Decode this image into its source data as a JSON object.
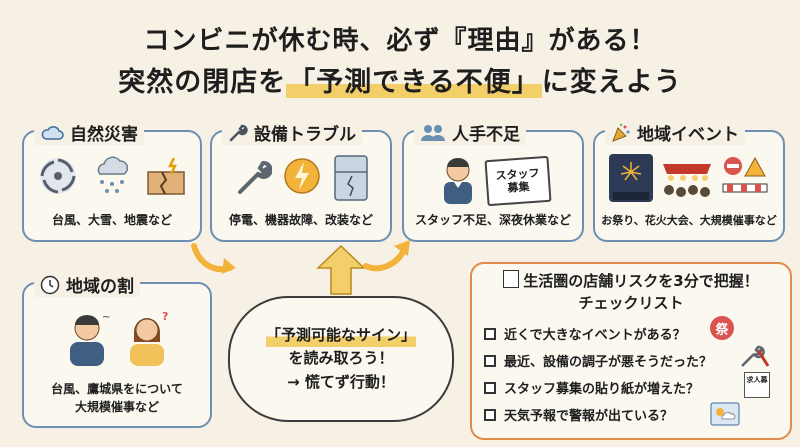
{
  "title": {
    "line1": "コンビニが休む時、必ず『理由』がある！",
    "line2_prefix": "突然の閉店を",
    "line2_highlight": "「予測できる不便」",
    "line2_suffix": "に変えよう"
  },
  "cards": {
    "disaster": {
      "label": "自然災害",
      "caption": "台風、大雪、地震など",
      "icon": "cloud-icon"
    },
    "equipment": {
      "label": "設備トラブル",
      "caption": "停電、機器故障、改装など",
      "icon": "wrench-icon"
    },
    "staff": {
      "label": "人手不足",
      "caption": "スタッフ不足、深夜休業など",
      "icon": "people-icon",
      "sign_line1": "スタッフ",
      "sign_line2": "募集"
    },
    "event": {
      "label": "地域イベント",
      "caption": "お祭り、花火大会、大規模催事など",
      "icon": "party-popper-icon"
    },
    "region": {
      "label": "地域の割",
      "caption_line1": "台風、鷹城県をについて",
      "caption_line2": "大規模催事など",
      "icon": "clock-icon"
    }
  },
  "cloud": {
    "line1": "「予測可能なサイン」",
    "line2": "を読み取ろう！",
    "line3": "→ 慌てず行動！"
  },
  "checklist": {
    "title": "生活圏の店舗リスクを3分で把握！",
    "subtitle": "チェックリスト",
    "items": [
      "近くで大きなイベントがある？",
      "最近、設備の調子が悪そうだった？",
      "スタッフ募集の貼り紙が増えた？",
      "天気予報で警報が出ている？"
    ],
    "festival_sign": "祭",
    "recruit_sign": "求人募"
  }
}
